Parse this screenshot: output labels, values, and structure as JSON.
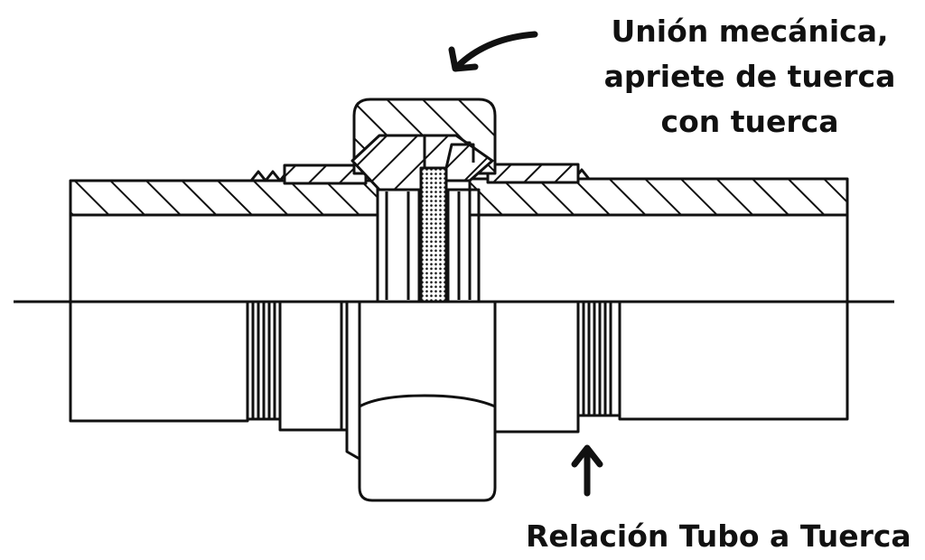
{
  "colors": {
    "ink": "#111111",
    "paper": "#ffffff"
  },
  "labels": {
    "mechanical_union": {
      "lines": [
        "Unión mecánica,",
        "apriete de tuerca",
        "con tuerca"
      ]
    },
    "pipe_to_nut": "Relación Tubo a Tuerca"
  },
  "icons": [
    "curved-arrow-icon",
    "up-arrow-icon"
  ]
}
